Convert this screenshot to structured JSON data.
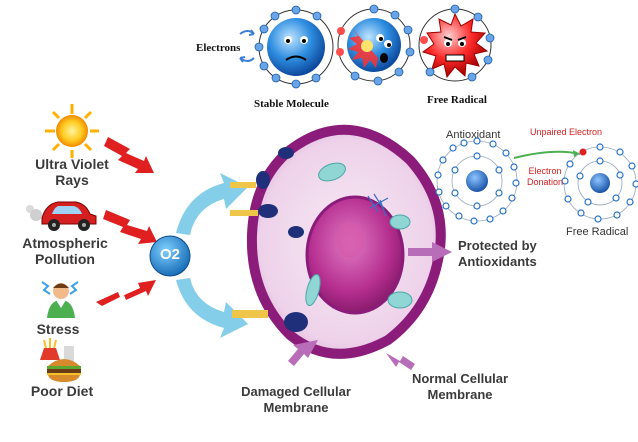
{
  "top": {
    "electrons_label": "Electrons",
    "stable_label": "Stable Molecule",
    "free_radical_label": "Free Radical"
  },
  "sources": [
    {
      "label_line1": "Ultra Violet",
      "label_line2": "Rays",
      "icon": "sun-icon"
    },
    {
      "label_line1": "Atmospheric",
      "label_line2": "Pollution",
      "icon": "car-icon"
    },
    {
      "label_line1": "Stress",
      "label_line2": "",
      "icon": "stressed-person-icon"
    },
    {
      "label_line1": "Poor Diet",
      "label_line2": "",
      "icon": "fast-food-icon"
    }
  ],
  "oxygen_label": "O2",
  "cell": {
    "protected_line1": "Protected by",
    "protected_line2": "Antioxidants",
    "damaged_line1": "Damaged Cellular",
    "damaged_line2": "Membrane",
    "normal_line1": "Normal Cellular",
    "normal_line2": "Membrane"
  },
  "inset": {
    "antioxidant_label": "Antioxidant",
    "unpaired_label": "Unpaired Electron",
    "donation_line1": "Electron",
    "donation_line2": "Donation",
    "free_radical_label": "Free Radical"
  },
  "colors": {
    "arrow_red": "#e02020",
    "arrow_blue": "#6ec6e6",
    "arrow_purple": "#b76db8",
    "membrane": "#8b1c7a",
    "nucleus": "#c23b9a",
    "atom_blue": "#2a72c6",
    "radical_red": "#e02020",
    "donation_green": "#4caf50"
  }
}
